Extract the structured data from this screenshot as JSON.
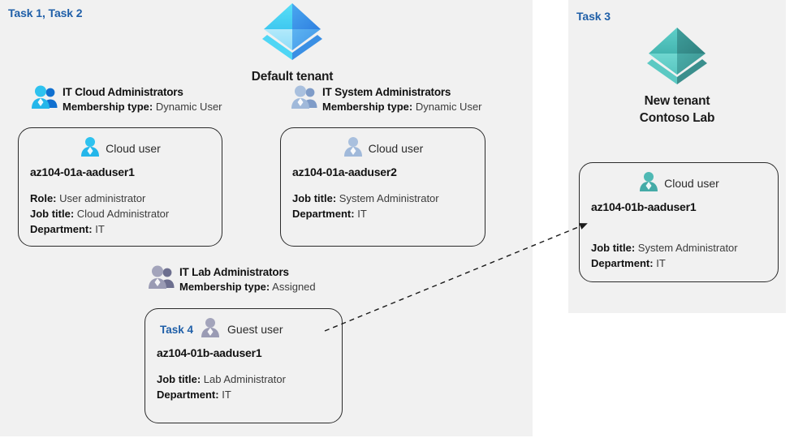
{
  "panels": {
    "left": {
      "task_label": "Task 1, Task 2"
    },
    "right": {
      "task_label": "Task 3"
    }
  },
  "tenants": [
    {
      "id": "default",
      "icon": "azure-ad-tenant-icon",
      "name": "Default tenant",
      "color": "#45b0f0"
    },
    {
      "id": "new",
      "icon": "azure-ad-tenant-icon",
      "name_line1": "New  tenant",
      "name_line2": "Contoso Lab",
      "color": "#44b2ae"
    }
  ],
  "groups": [
    {
      "id": "cloud-admins",
      "icon": "group-users-icon",
      "name": "IT Cloud Administrators",
      "membership_label": "Membership type:",
      "membership_value": "Dynamic User"
    },
    {
      "id": "system-admins",
      "icon": "group-users-icon",
      "name": "IT System Administrators",
      "membership_label": "Membership type:",
      "membership_value": "Dynamic User"
    },
    {
      "id": "lab-admins",
      "icon": "group-users-icon",
      "name": "IT Lab Administrators",
      "membership_label": "Membership type:",
      "membership_value": "Assigned"
    }
  ],
  "cards": [
    {
      "id": "aaduser1-a",
      "task": "",
      "user_icon": "cloud-user-icon",
      "user_type": "Cloud user",
      "username": "az104-01a-aaduser1",
      "attrs": [
        {
          "label": "Role:",
          "value": "User administrator"
        },
        {
          "label": "Job title:",
          "value": "Cloud Administrator"
        },
        {
          "label": "Department:",
          "value": "IT"
        }
      ]
    },
    {
      "id": "aaduser2-a",
      "task": "",
      "user_icon": "cloud-user-icon",
      "user_type": "Cloud user",
      "username": "az104-01a-aaduser2",
      "attrs": [
        {
          "label": "Job title:",
          "value": "System Administrator"
        },
        {
          "label": "Department:",
          "value": "IT"
        }
      ]
    },
    {
      "id": "aaduser1-b-guest",
      "task": "Task 4",
      "user_icon": "guest-user-icon",
      "user_type": "Guest user",
      "username": "az104-01b-aaduser1",
      "attrs": [
        {
          "label": "Job title:",
          "value": "Lab Administrator"
        },
        {
          "label": "Department:",
          "value": "IT"
        }
      ]
    },
    {
      "id": "aaduser1-b-cloud",
      "task": "",
      "user_icon": "cloud-user-icon",
      "user_type": "Cloud user",
      "username": "az104-01b-aaduser1",
      "attrs": [
        {
          "label": "Job title:",
          "value": "System Administrator"
        },
        {
          "label": "Department:",
          "value": "IT"
        }
      ]
    }
  ],
  "connector": {
    "id": "invite-guest-arrow",
    "style": "dashed-arrow"
  },
  "colors": {
    "panel_background": "#f1f1f1",
    "task_label": "#1f5fa8",
    "card_border": "#2b2b2b",
    "text": "#111111",
    "value_text": "#3c3c3c",
    "tenant_blue": "#45b0f0",
    "tenant_teal": "#44b2ae"
  }
}
